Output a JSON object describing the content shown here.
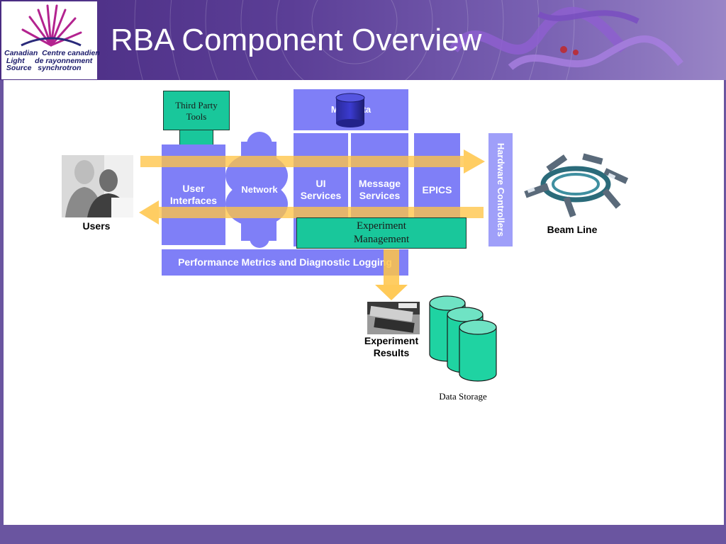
{
  "slide": {
    "title": "RBA Component Overview",
    "logo_text": "Canadian  Centre canadien\n Light     de rayonnement\n Source   synchrotron"
  },
  "diagram": {
    "third_party_tools": "Third Party Tools",
    "metadata": "Metadata",
    "user_interfaces": "User Interfaces",
    "network": "Network",
    "ui_services": "UI Services",
    "message_services": "Message Services",
    "epics": "EPICS",
    "hardware_controllers": "Hardware Controllers",
    "experiment_management": "Experiment Management",
    "performance_logging": "Performance Metrics and Diagnostic Logging",
    "users": "Users",
    "beam_line": "Beam Line",
    "experiment_results": "Experiment Results",
    "data_storage": "Data Storage"
  },
  "colors": {
    "component_blue": "#7f7ff7",
    "tool_green": "#19c79b",
    "flow_arrow": "#ffc446",
    "header_purple": "#5b3e96"
  }
}
